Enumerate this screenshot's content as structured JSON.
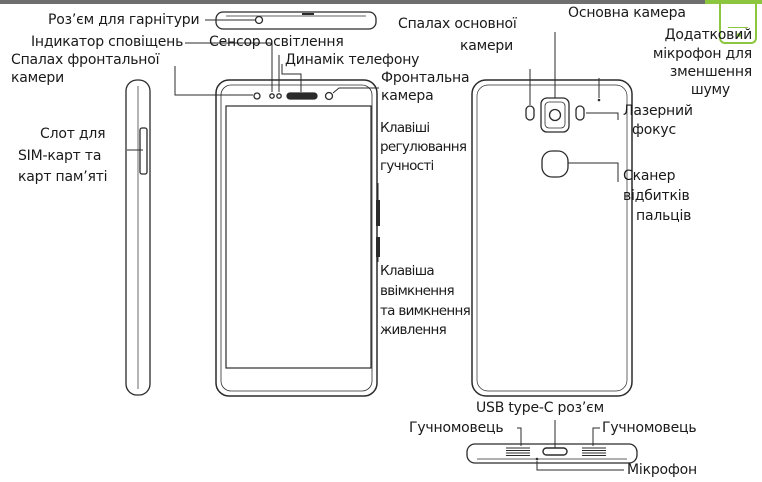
{
  "labels": {
    "headset_jack": "Роз’єм для гарнітури",
    "notification_indicator": "Індикатор сповіщень",
    "light_sensor": "Сенсор освітлення",
    "front_flash_1": "Спалах фронтальної",
    "front_flash_2": "камери",
    "earpiece": "Динамік телефону",
    "front_camera_1": "Фронтальна",
    "front_camera_2": "камера",
    "sim_slot_1": "Слот для",
    "sim_slot_2": "SIM-карт та",
    "sim_slot_3": "карт пам’яті",
    "volume_keys_1": "Клавіші",
    "volume_keys_2": "регулювання",
    "volume_keys_3": "гучності",
    "power_key_1": "Клавіша",
    "power_key_2": "ввімкнення",
    "power_key_3": "та вимкнення",
    "power_key_4": "живлення",
    "main_flash_1": "Спалах основної",
    "main_flash_2": "камери",
    "main_camera": "Основна камера",
    "extra_mic_1": "Додатковий",
    "extra_mic_2": "мікрофон для",
    "extra_mic_3": "зменшення",
    "extra_mic_4": "шуму",
    "laser_focus_1": "Лазерний",
    "laser_focus_2": "фокус",
    "fingerprint_1": "Сканер",
    "fingerprint_2": "відбитків",
    "fingerprint_3": "пальців",
    "usb_port": "USB type-C роз’єм",
    "speaker_left": "Гучномовець",
    "speaker_right": "Гучномовець",
    "microphone": "Мікрофон"
  },
  "colors": {
    "accent": "#8cc63f",
    "outline": "#2b2b2b",
    "header_bar": "#6f6f6f"
  }
}
